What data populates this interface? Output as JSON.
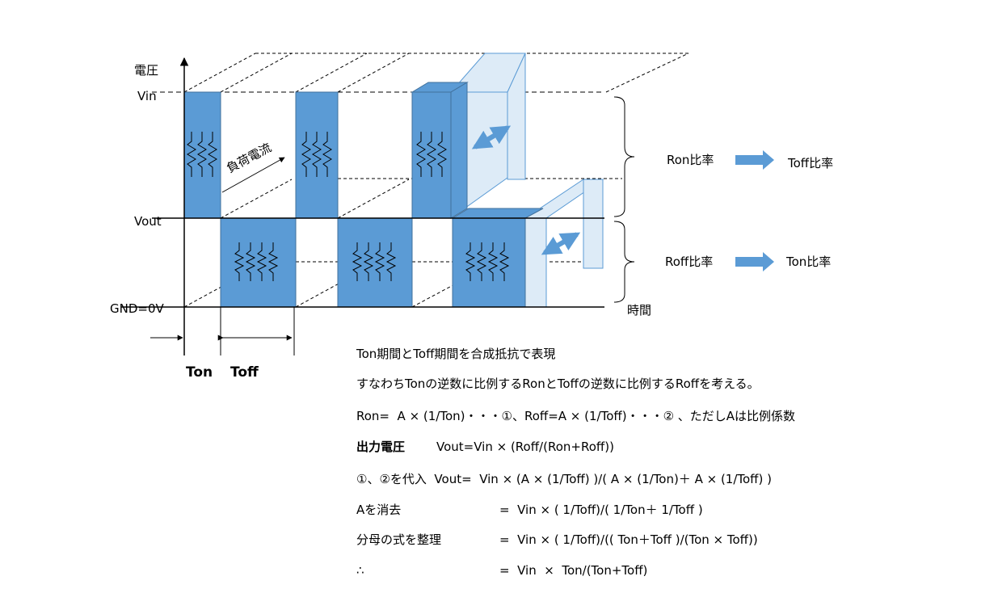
{
  "axis": {
    "y_label": "電圧",
    "x_label": "時間",
    "vin": "Vin",
    "vout": "Vout",
    "gnd": "GND=0V"
  },
  "load_current": "負荷電流",
  "period": {
    "ton": "Ton",
    "toff": "Toff"
  },
  "ratio": {
    "ron": "Ron比率",
    "toff": "Toff比率",
    "roff": "Roff比率",
    "ton": "Ton比率"
  },
  "colors": {
    "block": "#5b9bd5",
    "block_light": "#ddebf7",
    "arrow": "#5b9bd5"
  },
  "text": {
    "line1": "Ton期間とToff期間を合成抵抗で表現",
    "line2": "すなわちTonの逆数に比例するRonとToffの逆数に比例するRoffを考える。",
    "line3": "Ron=  A × (1/Ton)・・・①、Roff=A × (1/Toff)・・・② 、ただしAは比例係数",
    "line4_label": "出力電圧",
    "line4_eq": "Vout=Vin × (Roff/(Ron+Roff))",
    "line5": "①、②を代入  Vout=  Vin × (A × (1/Toff) )/( A × (1/Ton)＋ A × (1/Toff) )",
    "line6_label": "Aを消去",
    "line6_eq": "=  Vin × ( 1/Toff)/( 1/Ton＋ 1/Toff )",
    "line7_label": "分母の式を整理",
    "line7_eq": "=  Vin × ( 1/Toff)/(( Ton＋Toff )/(Ton × Toff))",
    "line8_label": "∴",
    "line8_eq": "=  Vin  ×  Ton/(Ton+Toff)"
  }
}
